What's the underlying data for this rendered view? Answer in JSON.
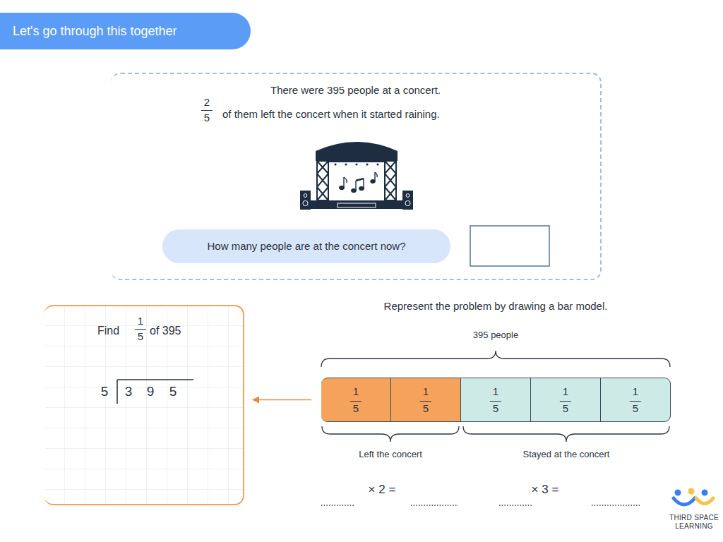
{
  "diagram": {
    "title": "Let's go through this together",
    "nodes": [
      {
        "text": [
          "There were 395 people at a concert.",
          "2",
          "5",
          "of them left the concert when it started raining."
        ]
      },
      {
        "text": [
          "How many people are at the concert now?"
        ],
        "in": 0
      },
      {
        "text": [
          "Find",
          "1",
          "5",
          "of 395",
          "5",
          "3",
          "9",
          "5"
        ]
      },
      {
        "text": [
          "1",
          "5"
        ]
      },
      {
        "text": [
          "1",
          "5"
        ]
      },
      {
        "text": [
          "1",
          "5"
        ]
      },
      {
        "text": [
          "1",
          "5"
        ]
      },
      {
        "text": [
          "1",
          "5"
        ]
      }
    ],
    "edges": [
      {
        "from": 3,
        "to": 2,
        "arrow": "to"
      }
    ],
    "labels": [
      "Represent the problem by drawing a bar model.",
      "395 people",
      "Left the concert",
      "Stayed at the concert",
      "× 2 =",
      "× 3 =",
      "THIRD SPACE LEARNING"
    ]
  }
}
